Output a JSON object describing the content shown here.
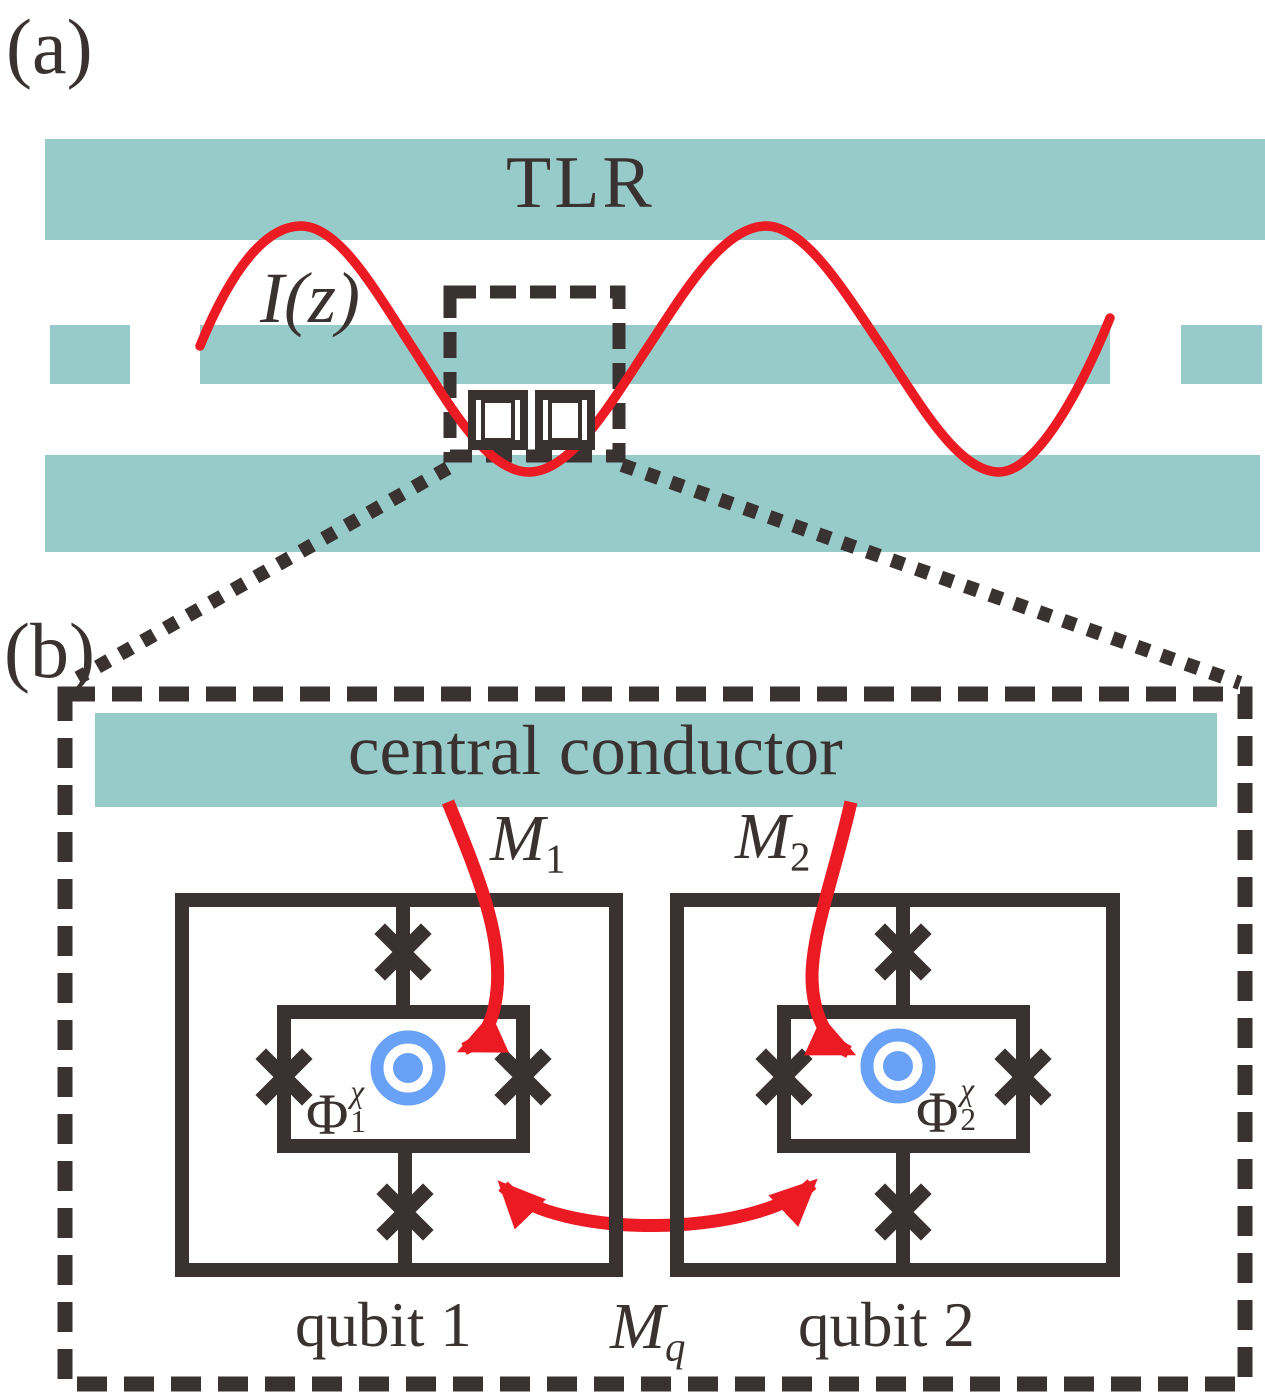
{
  "colors": {
    "teal": "#97cbca",
    "ink": "#3a3231",
    "red": "#ec1b23",
    "blue": "#68a1f6",
    "background": "#ffffff"
  },
  "panel_a": {
    "label": "(a)",
    "resonator_label": "TLR",
    "current_mode_label": "I(z)"
  },
  "panel_b": {
    "label": "(b)",
    "central_conductor_label": "central conductor",
    "coupling_m1": {
      "base": "M",
      "sub": "1"
    },
    "coupling_m2": {
      "base": "M",
      "sub": "2"
    },
    "coupling_mq": {
      "base": "M",
      "sub": "q"
    },
    "qubit1": {
      "name": "qubit 1",
      "flux_label": {
        "base": "Φ",
        "sup": "χ",
        "sub": "1"
      }
    },
    "qubit2": {
      "name": "qubit 2",
      "flux_label": {
        "base": "Φ",
        "sup": "χ",
        "sub": "2"
      }
    }
  }
}
